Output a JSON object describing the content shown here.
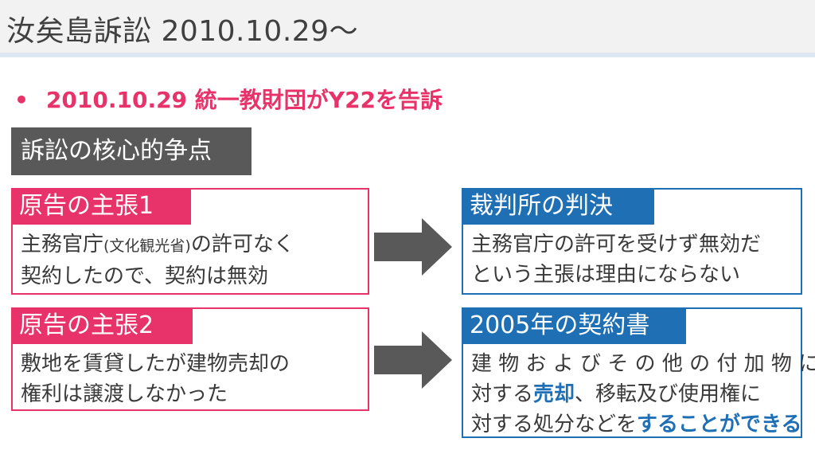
{
  "header": {
    "title": "汝矣島訴訟 2010.10.29〜"
  },
  "bullet": {
    "dot": "•",
    "text": "2010.10.29  統一教財団がY22を告訴"
  },
  "issue": {
    "label": "訴訟の核心的争点"
  },
  "claim1": {
    "heading": "原告の主張1",
    "line1_a": "主務官庁",
    "line1_small": "(文化観光省)",
    "line1_b": "の許可なく",
    "line2": "契約したので、契約は無効"
  },
  "ruling": {
    "heading": "裁判所の判決",
    "line1": "主務官庁の許可を受けず無効だ",
    "line2": "という主張は理由にならない"
  },
  "claim2": {
    "heading": "原告の主張2",
    "line1": "敷地を賃貸したが建物売却の",
    "line2": "権利は譲渡しなかった"
  },
  "contract": {
    "heading": "2005年の契約書",
    "line1": "建 物 お よ び そ の 他 の 付 加 物 に",
    "line2_a": "対する",
    "line2_hl": "売却",
    "line2_b": "、移転及び使用権に",
    "line3_a": "対する処分などを",
    "line3_hl": "することができる"
  },
  "colors": {
    "pink": "#e8336a",
    "blue": "#1f6fb5",
    "dark_gray": "#595959",
    "arrow_gray": "#595959"
  },
  "icons": {
    "arrow": "right-arrow-icon"
  }
}
